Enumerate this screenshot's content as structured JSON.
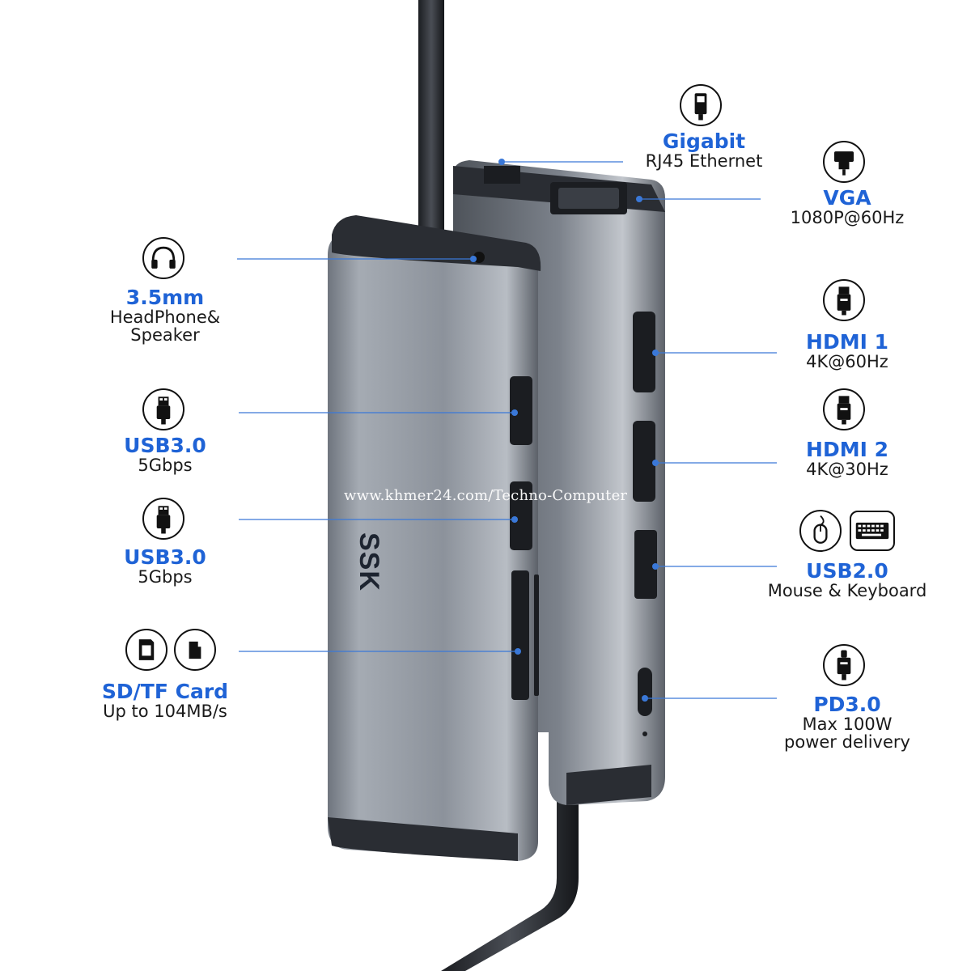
{
  "brand": {
    "text": "SSK"
  },
  "watermark": {
    "text": "www.khmer24.com/Techno-Computer"
  },
  "colors": {
    "accent": "#1f63d6",
    "line": "#3a78d8",
    "body": "#8d939c",
    "dark": "#2a2d33"
  },
  "ports": {
    "ethernet": {
      "title": "Gigabit",
      "subtitle": "RJ45 Ethernet",
      "icon": "ethernet-plug-icon"
    },
    "vga": {
      "title": "VGA",
      "subtitle": "1080P@60Hz",
      "icon": "vga-plug-icon"
    },
    "audio": {
      "title": "3.5mm",
      "subtitle": "HeadPhone&",
      "subtitle2": "Speaker",
      "icon": "headphones-icon"
    },
    "hdmi1": {
      "title": "HDMI 1",
      "subtitle": "4K@60Hz",
      "icon": "hdmi-plug-icon"
    },
    "hdmi2": {
      "title": "HDMI 2",
      "subtitle": "4K@30Hz",
      "icon": "hdmi-plug-icon"
    },
    "usb3a": {
      "title": "USB3.0",
      "subtitle": "5Gbps",
      "icon": "usb-plug-icon"
    },
    "usb3b": {
      "title": "USB3.0",
      "subtitle": "5Gbps",
      "icon": "usb-plug-icon"
    },
    "usb2": {
      "title": "USB2.0",
      "subtitle": "Mouse & Keyboard",
      "icon": "mouse-keyboard-icon"
    },
    "sdtf": {
      "title": "SD/TF Card",
      "subtitle": "Up to 104MB/s",
      "icon": "sd-card-icon"
    },
    "pd": {
      "title": "PD3.0",
      "subtitle": "Max 100W",
      "subtitle2": "power delivery",
      "icon": "usb-c-plug-icon"
    }
  }
}
